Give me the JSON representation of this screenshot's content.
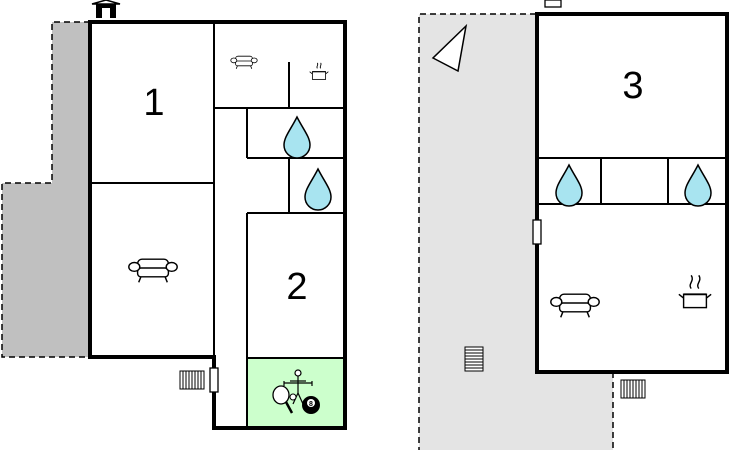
{
  "floorplans": [
    {
      "rooms": [
        {
          "id": "bedroom-1",
          "number": "1"
        },
        {
          "id": "bedroom-2",
          "number": "2"
        }
      ],
      "icons": [
        "sofa-icon",
        "cooking-pot-icon",
        "water-drop-icon",
        "water-drop-icon",
        "sofa-icon",
        "table-football-icon",
        "table-tennis-icon",
        "billiard-ball-icon",
        "staircase-icon",
        "fireplace-icon"
      ],
      "activity_room_color": "#ccffcc",
      "terrace_color": "#c0c0c0"
    },
    {
      "rooms": [
        {
          "id": "bedroom-3",
          "number": "3"
        }
      ],
      "icons": [
        "water-drop-icon",
        "water-drop-icon",
        "sofa-icon",
        "cooking-pot-icon",
        "staircase-icon",
        "staircase-icon",
        "compass-arrow-icon"
      ],
      "terrace_color": "#e4e4e4"
    }
  ]
}
